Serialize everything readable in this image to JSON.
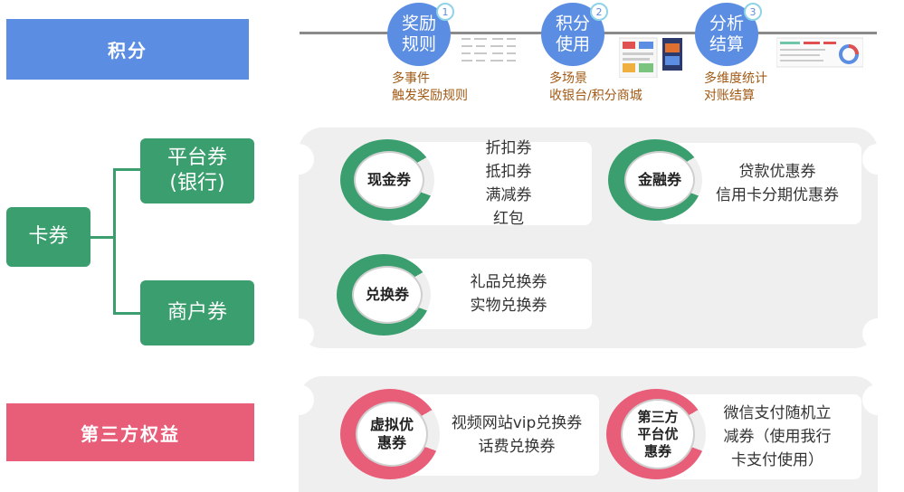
{
  "sections": {
    "points": "积分",
    "coupons": "卡券",
    "third_party": "第三方权益"
  },
  "coupon_types": {
    "platform": [
      "平台券",
      "(银行)"
    ],
    "merchant": "商户券"
  },
  "steps": [
    {
      "num": "1",
      "label": [
        "奖励",
        "规则"
      ],
      "desc": [
        "多事件",
        "触发奖励规则"
      ]
    },
    {
      "num": "2",
      "label": [
        "积分",
        "使用"
      ],
      "desc": [
        "多场景",
        "收银台/积分商城"
      ]
    },
    {
      "num": "3",
      "label": [
        "分析",
        "结算"
      ],
      "desc": [
        "多维度统计",
        "对账结算"
      ]
    }
  ],
  "platform_tickets": [
    {
      "name": "现金券",
      "items": [
        "折扣券",
        "抵扣券",
        "满减券",
        "红包"
      ]
    },
    {
      "name": "金融券",
      "items": [
        "贷款优惠券",
        "信用卡分期优惠券"
      ]
    },
    {
      "name": "兑换券",
      "items": [
        "礼品兑换券",
        "实物兑换券"
      ]
    }
  ],
  "third_tickets": [
    {
      "name": [
        "虚拟优",
        "惠券"
      ],
      "items": [
        "视频网站vip兑换券",
        "话费兑换券"
      ]
    },
    {
      "name": [
        "第三方",
        "平台优",
        "惠券"
      ],
      "items": [
        "微信支付随机立",
        "减券（使用我行",
        "卡支付使用）"
      ]
    }
  ],
  "colors": {
    "points_blue": "#5b8de3",
    "green": "#3a9e6e",
    "third_red": "#e85d78"
  }
}
